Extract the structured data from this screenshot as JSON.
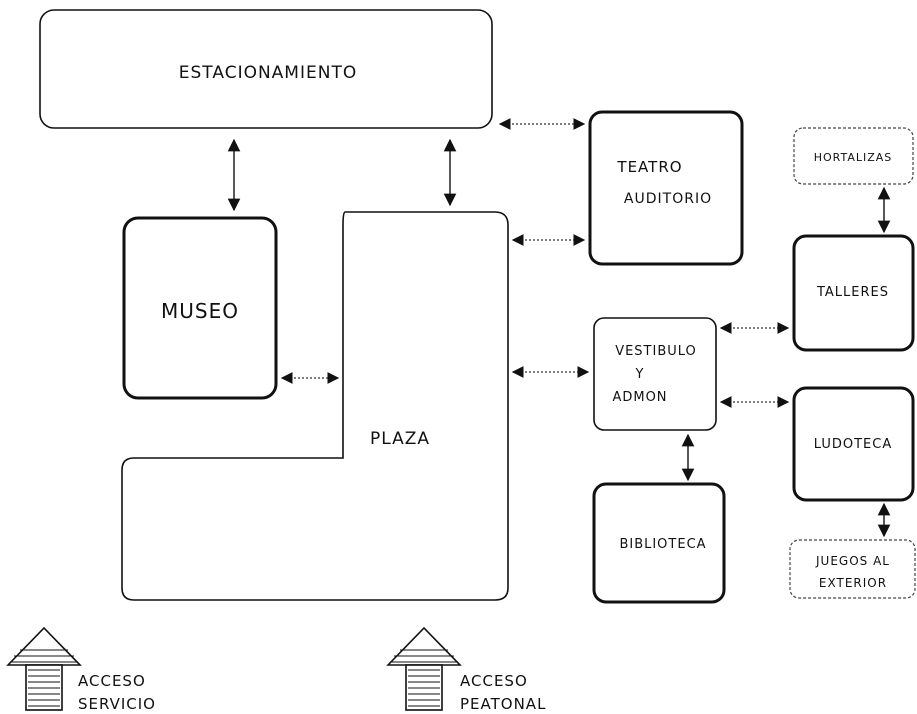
{
  "spaces": {
    "estacionamiento": "ESTACIONAMIENTO",
    "museo": "MUSEO",
    "plaza": "PLAZA",
    "teatro": [
      "TEATRO",
      "AUDITORIO"
    ],
    "vestibulo": [
      "VESTIBULO",
      "Y",
      "ADMON"
    ],
    "biblioteca": "BIBLIOTECA",
    "hortalizas": "HORTALIZAS",
    "talleres": "TALLERES",
    "ludoteca": "LUDOTECA",
    "juegos": [
      "JUEGOS AL",
      "EXTERIOR"
    ]
  },
  "accesses": {
    "servicio": [
      "ACCESO",
      "SERVICIO"
    ],
    "peatonal": [
      "ACCESO",
      "PEATONAL"
    ]
  },
  "colors": {
    "ink": "#111111",
    "paper": "#ffffff"
  }
}
